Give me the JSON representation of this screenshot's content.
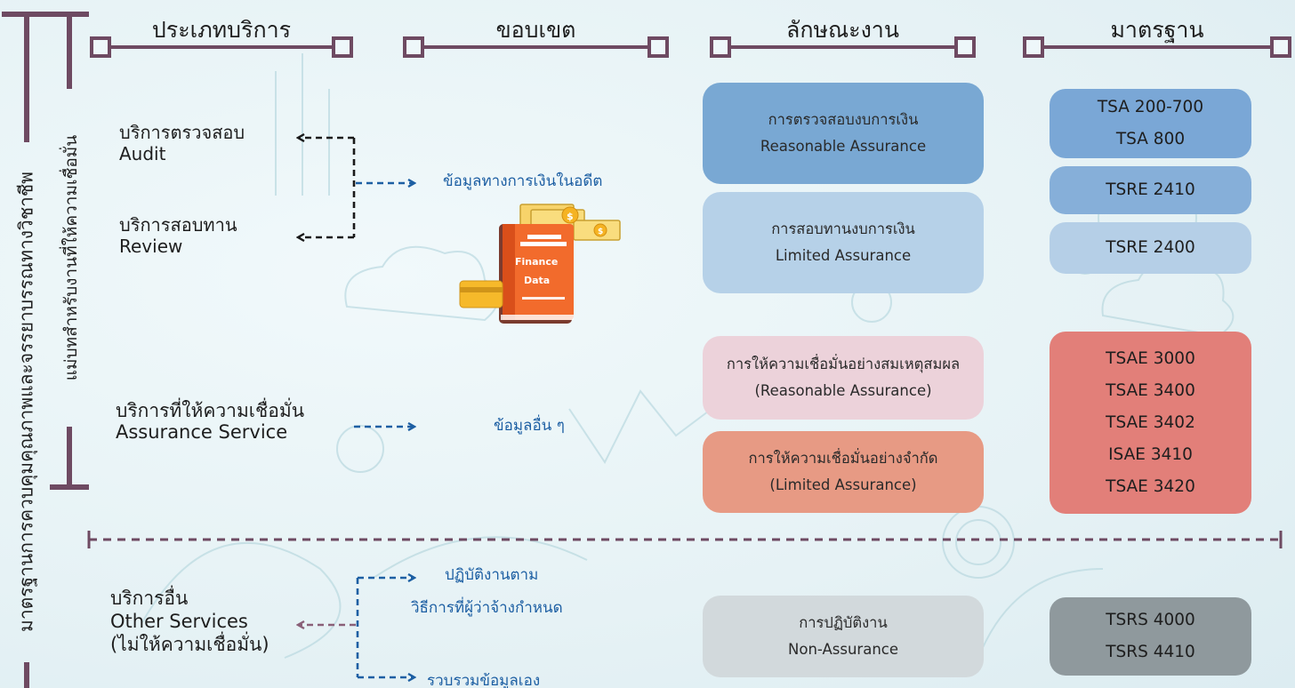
{
  "side": {
    "outer_label": "มาตรฐานการควบคุมคุณภาพและจรรยาบรรณทางวิชาชีพ",
    "inner_label": "แม่บทสำหรับงานที่ให้ความเชื่อมั่น"
  },
  "headers": {
    "service_type": "ประเภทบริการ",
    "scope": "ขอบเขต",
    "nature": "ลักษณะงาน",
    "standards": "มาตรฐาน"
  },
  "services": {
    "audit": {
      "th": "บริการตรวจสอบ",
      "en": "Audit"
    },
    "review": {
      "th": "บริการสอบทาน",
      "en": "Review"
    },
    "assurance": {
      "th": "บริการที่ให้ความเชื่อมั่น",
      "en": "Assurance Service"
    },
    "other": {
      "th": "บริการอื่น",
      "en": "Other Services",
      "note": "(ไม่ให้ความเชื่อมั่น)"
    }
  },
  "scopes": {
    "historical": "ข้อมูลทางการเงินในอดีต",
    "other_info": "ข้อมูลอื่น ๆ",
    "agreed_1": "ปฏิบัติงานตาม",
    "agreed_2": "วิธีการที่ผู้ว่าจ้างกำหนด",
    "compile": "รวบรวมข้อมูลเอง"
  },
  "book": {
    "line1": "Finance",
    "line2": "Data"
  },
  "natures": {
    "audit": {
      "th": "การตรวจสอบงบการเงิน",
      "en": "Reasonable Assurance",
      "color": "#79a8d3"
    },
    "review": {
      "th": "การสอบทานงบการเงิน",
      "en": "Limited Assurance",
      "color": "#b6d1e8"
    },
    "asr_reasonable": {
      "th": "การให้ความเชื่อมั่นอย่างสมเหตุสมผล",
      "en": "(Reasonable Assurance)",
      "color": "#ecd2da"
    },
    "asr_limited": {
      "th": "การให้ความเชื่อมั่นอย่างจำกัด",
      "en": "(Limited Assurance)",
      "color": "#e79a84"
    },
    "non_assurance": {
      "th": "การปฏิบัติงาน",
      "en": "Non-Assurance",
      "color": "#d2d9dc"
    }
  },
  "standards": {
    "audit": {
      "items": [
        "TSA 200-700",
        "TSA 800"
      ],
      "color": "#7aa7d6"
    },
    "tsre2410": {
      "items": [
        "TSRE 2410"
      ],
      "color": "#86afd9"
    },
    "tsre2400": {
      "items": [
        "TSRE 2400"
      ],
      "color": "#b5cfe7"
    },
    "assurance": {
      "items": [
        "TSAE 3000",
        "TSAE 3400",
        "TSAE 3402",
        "ISAE 3410",
        "TSAE 3420"
      ],
      "color": "#e27f79"
    },
    "related": {
      "items": [
        "TSRS 4000",
        "TSRS 4410"
      ],
      "color": "#8f999d"
    }
  },
  "colors": {
    "frame": "#6e4a62",
    "arrow_black": "#1a1a1a",
    "arrow_blue": "#1d5fa3",
    "arrow_purple": "#8a6078"
  }
}
